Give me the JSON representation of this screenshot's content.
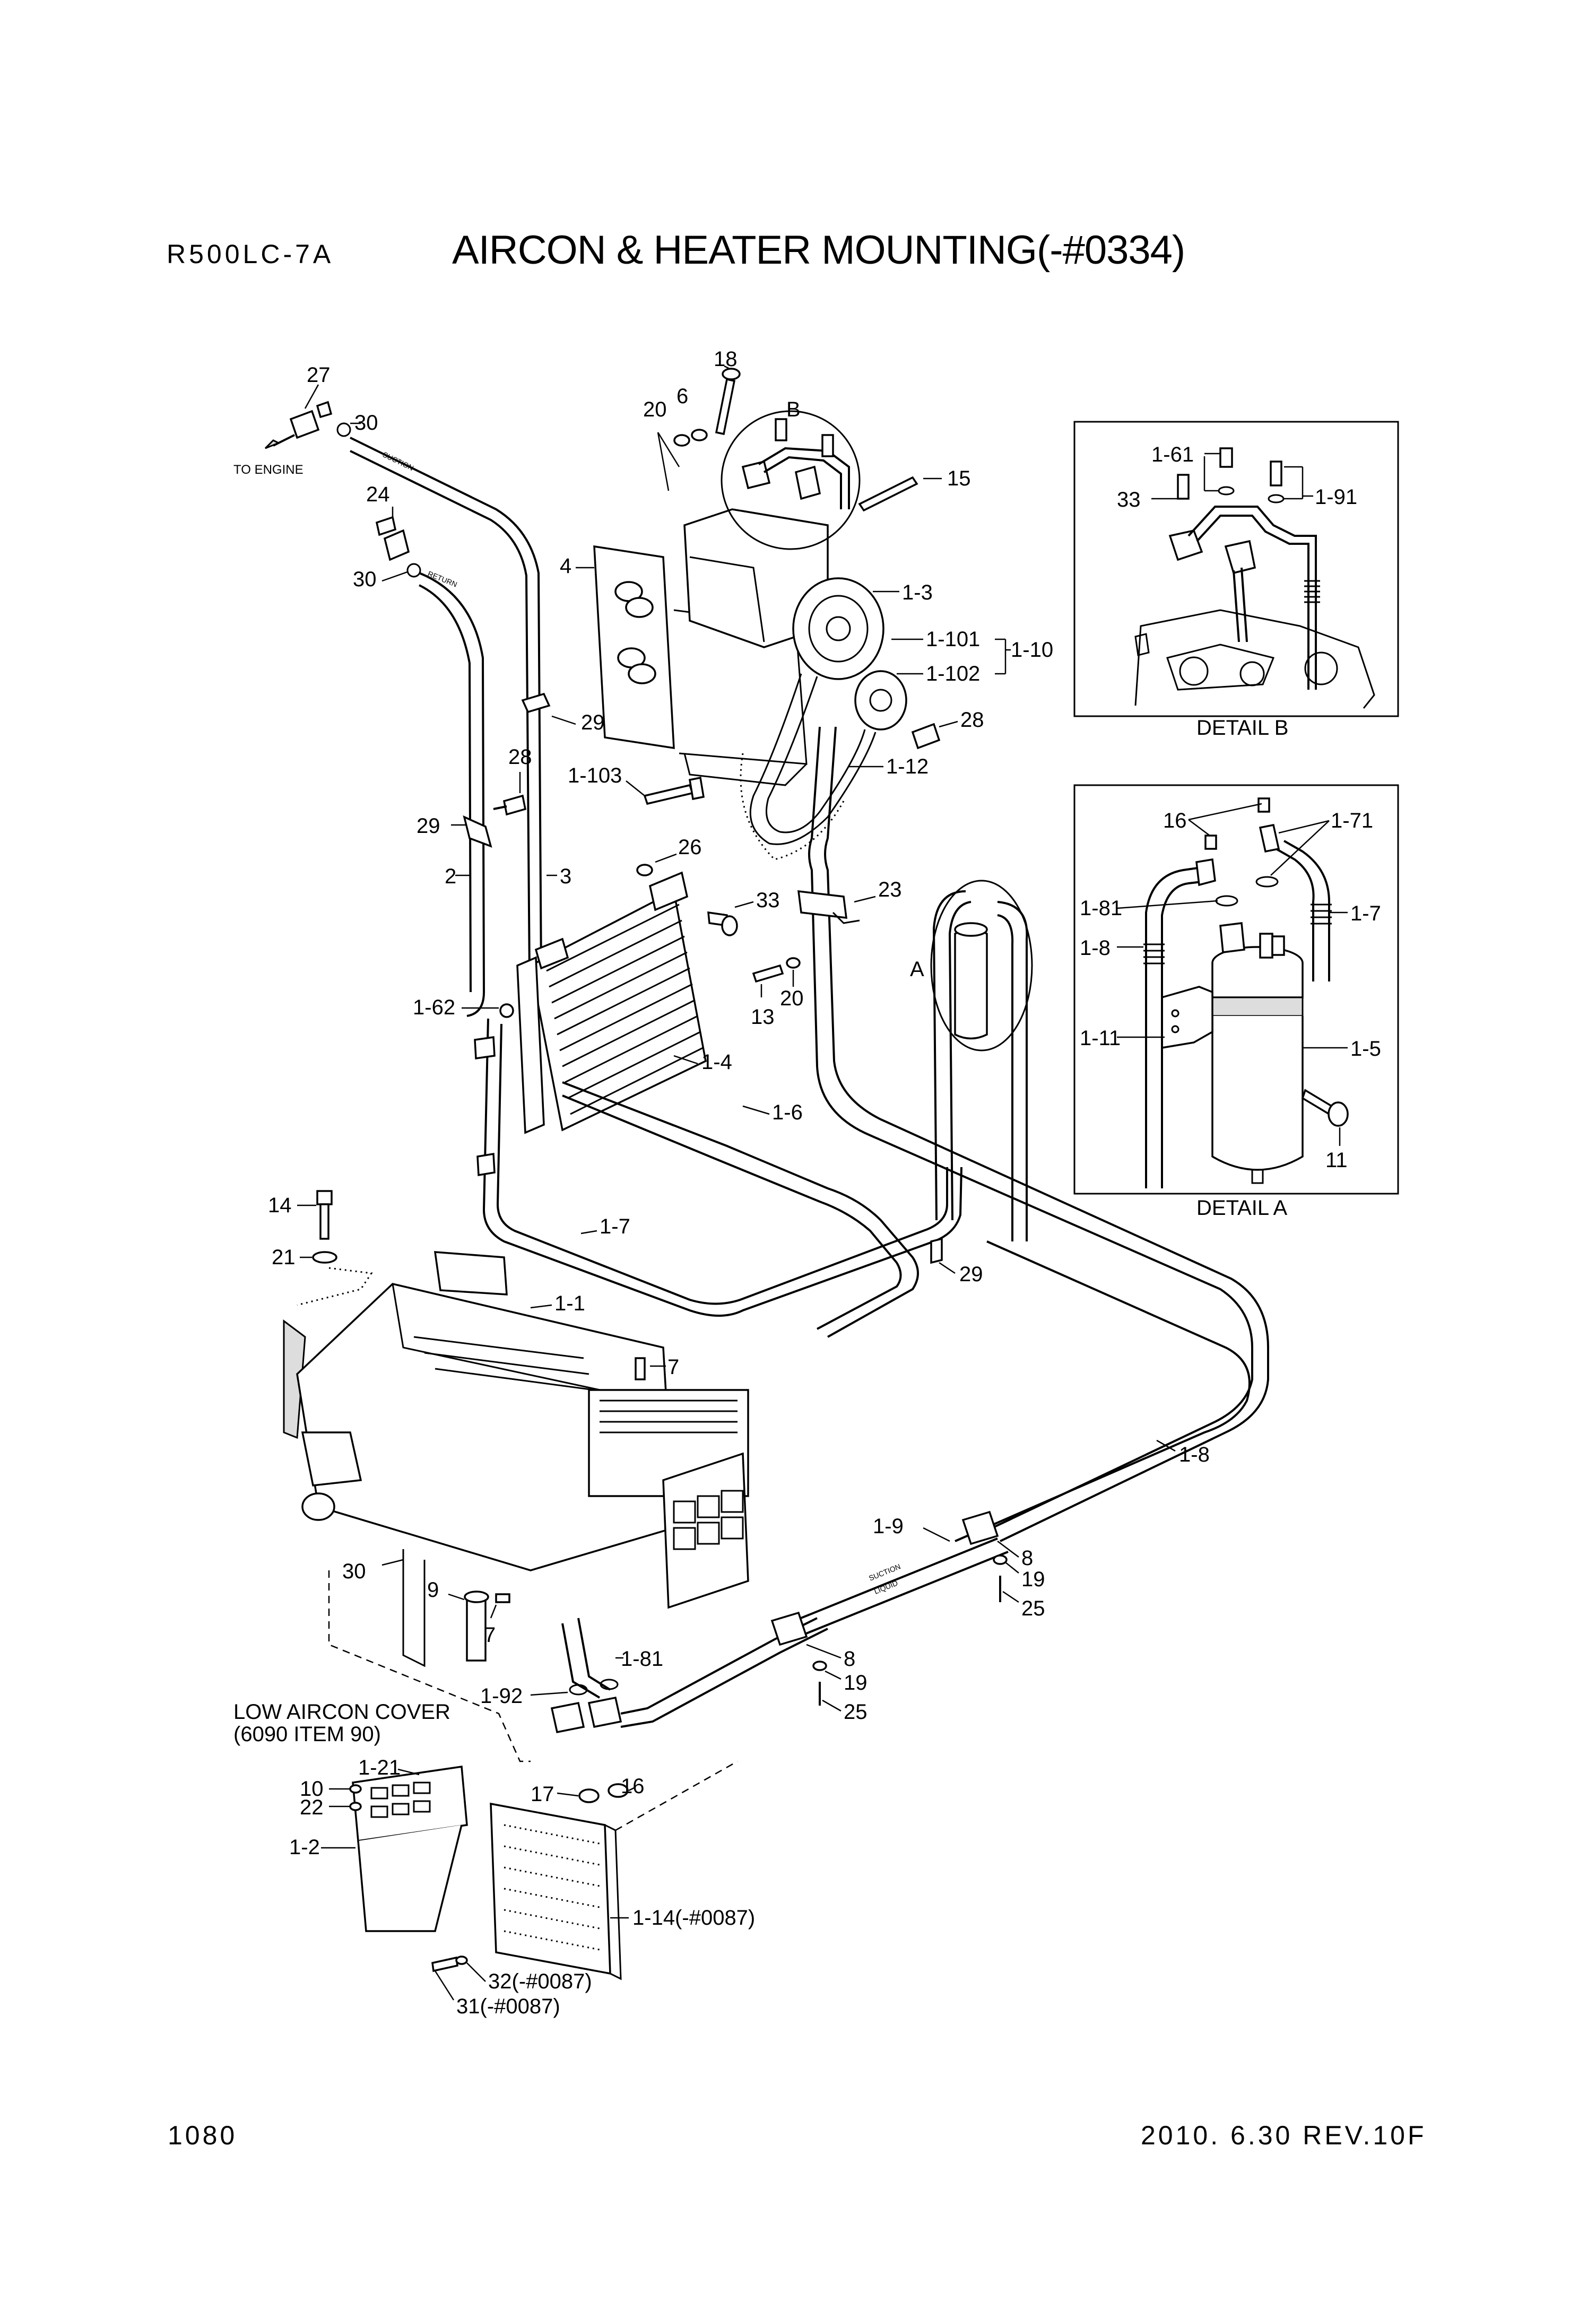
{
  "header": {
    "model": "R500LC-7A",
    "title": "AIRCON & HEATER MOUNTING(-#0334)"
  },
  "footer": {
    "page_number": "1080",
    "date_rev": "2010. 6.30  REV.10F"
  },
  "annotations": {
    "to_engine": "TO ENGINE",
    "low_aircon_cover_1": "LOW AIRCON COVER",
    "low_aircon_cover_2": "(6090 ITEM 90)",
    "suction": "SUCTION",
    "return": "RETURN",
    "liquid": "LIQUID"
  },
  "details": {
    "b_caption": "DETAIL B",
    "a_caption": "DETAIL A",
    "b_marker": "B",
    "a_marker": "A"
  },
  "callouts": {
    "c27": "27",
    "c30a": "30",
    "c24": "24",
    "c30b": "30",
    "c18": "18",
    "c20a": "20",
    "c6": "6",
    "c15": "15",
    "c4": "4",
    "c1_3": "1-3",
    "c1_101": "1-101",
    "c1_10": "1-10",
    "c1_102": "1-102",
    "c28a": "28",
    "c29a": "29",
    "c1_12": "1-12",
    "c28b": "28",
    "c1_103": "1-103",
    "c29b": "29",
    "c26": "26",
    "c2": "2",
    "c3": "3",
    "c33a": "33",
    "c23": "23",
    "c13": "13",
    "c20b": "20",
    "c1_62": "1-62",
    "c1_4": "1-4",
    "c1_6": "1-6",
    "c14": "14",
    "c21": "21",
    "c1_7a": "1-7",
    "c29c": "29",
    "c1_1": "1-1",
    "c7a": "7",
    "c1_8a": "1-8",
    "c1_9": "1-9",
    "c8a": "8",
    "c19a": "19",
    "c25a": "25",
    "c30c": "30",
    "c9": "9",
    "c7b": "7",
    "c8b": "8",
    "c19b": "19",
    "c25b": "25",
    "c1_81a": "1-81",
    "c1_92": "1-92",
    "c10": "10",
    "c1_21": "1-21",
    "c22": "22",
    "c1_2": "1-2",
    "c17": "17",
    "c16a": "16",
    "c1_14": "1-14(-#0087)",
    "c32": "32(-#0087)",
    "c31": "31(-#0087)",
    "c1_61": "1-61",
    "c33b": "33",
    "c1_91": "1-91",
    "c16b": "16",
    "c1_71": "1-71",
    "c1_81b": "1-81",
    "c1_7b": "1-7",
    "c1_8b": "1-8",
    "c1_11": "1-11",
    "c1_5": "1-5",
    "c11": "11"
  }
}
